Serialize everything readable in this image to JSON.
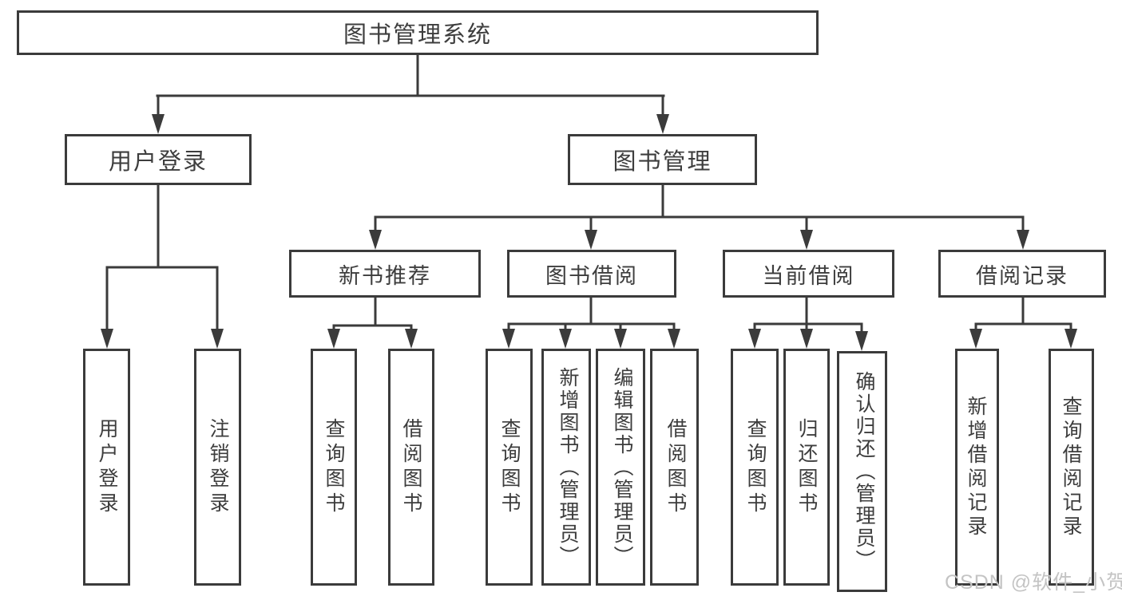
{
  "diagram": {
    "root_label": "图书管理系统",
    "level2": {
      "user_login": "用户登录",
      "book_management": "图书管理"
    },
    "level3": {
      "new_book_recommendation": "新书推荐",
      "book_borrowing": "图书借阅",
      "current_borrowing": "当前借阅",
      "borrowing_records": "借阅记录"
    },
    "leaves": {
      "user_login": [
        "用户登录",
        "注销登录"
      ],
      "new_book_recommendation": [
        "查询图书",
        "借阅图书"
      ],
      "book_borrowing": [
        "查询图书",
        "新增图书（管理员）",
        "编辑图书（管理员）",
        "借阅图书"
      ],
      "current_borrowing": [
        "查询图书",
        "归还图书",
        "确认归还（管理员）"
      ],
      "borrowing_records": [
        "新增借阅记录",
        "查询借阅记录"
      ]
    },
    "watermark": "CSDN @软件_小贺同学",
    "colors": {
      "line": "#3b3b3b",
      "box_border": "#3b3b3b",
      "text": "#3d3d3d",
      "background": "#ffffff",
      "watermark": "#c4c4c4"
    }
  }
}
